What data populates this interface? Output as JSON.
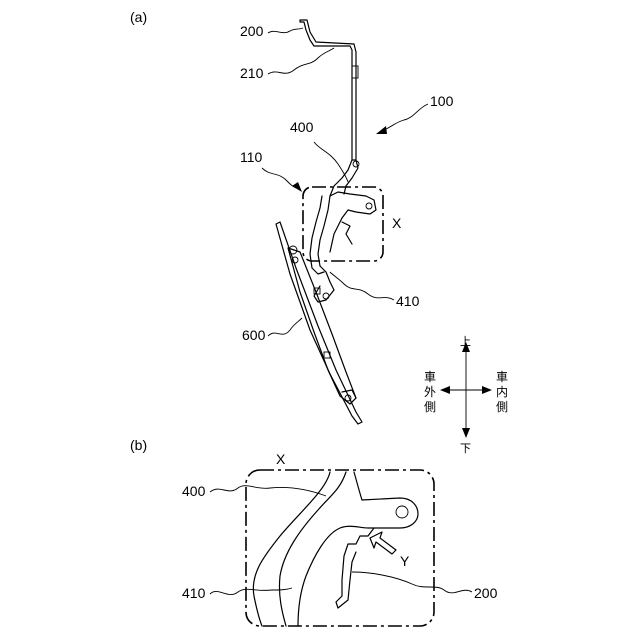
{
  "panel_a": {
    "label": "(a)",
    "refs": {
      "r200": "200",
      "r210": "210",
      "r100": "100",
      "r400": "400",
      "r110": "110",
      "x": "X",
      "r410": "410",
      "r600": "600"
    },
    "direction": {
      "up": "上",
      "down": "下",
      "outer": [
        "車",
        "外",
        "側"
      ],
      "inner": [
        "車",
        "内",
        "側"
      ]
    }
  },
  "panel_b": {
    "label": "(b)",
    "refs": {
      "x": "X",
      "r400": "400",
      "y": "Y",
      "r410": "410",
      "r200": "200"
    }
  }
}
